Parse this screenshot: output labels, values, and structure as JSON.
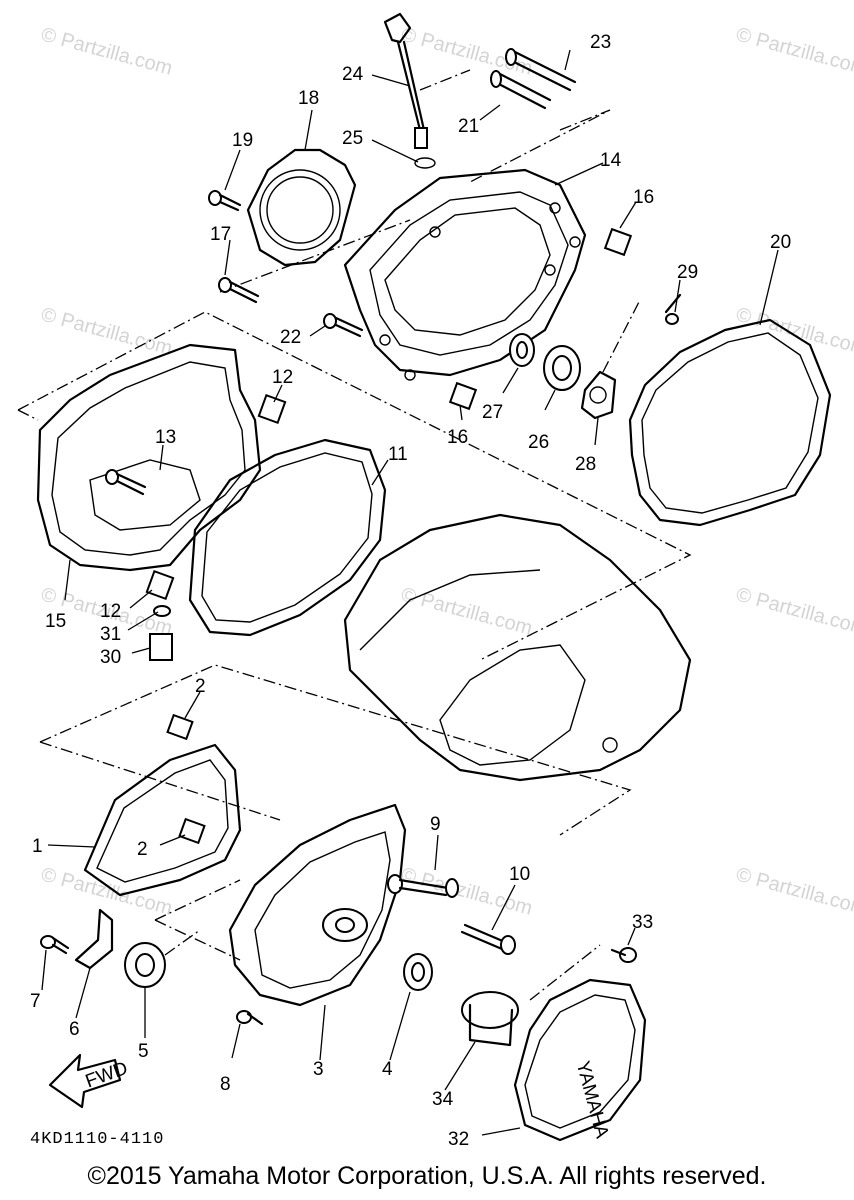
{
  "diagram": {
    "callouts": [
      {
        "id": "1",
        "text": "1"
      },
      {
        "id": "2a",
        "text": "2"
      },
      {
        "id": "2b",
        "text": "2"
      },
      {
        "id": "3",
        "text": "3"
      },
      {
        "id": "4",
        "text": "4"
      },
      {
        "id": "5",
        "text": "5"
      },
      {
        "id": "6",
        "text": "6"
      },
      {
        "id": "7",
        "text": "7"
      },
      {
        "id": "8",
        "text": "8"
      },
      {
        "id": "9",
        "text": "9"
      },
      {
        "id": "10",
        "text": "10"
      },
      {
        "id": "11",
        "text": "11"
      },
      {
        "id": "12a",
        "text": "12"
      },
      {
        "id": "12b",
        "text": "12"
      },
      {
        "id": "13",
        "text": "13"
      },
      {
        "id": "14",
        "text": "14"
      },
      {
        "id": "15",
        "text": "15"
      },
      {
        "id": "16a",
        "text": "16"
      },
      {
        "id": "16b",
        "text": "16"
      },
      {
        "id": "17",
        "text": "17"
      },
      {
        "id": "18",
        "text": "18"
      },
      {
        "id": "19",
        "text": "19"
      },
      {
        "id": "20",
        "text": "20"
      },
      {
        "id": "21",
        "text": "21"
      },
      {
        "id": "22",
        "text": "22"
      },
      {
        "id": "23",
        "text": "23"
      },
      {
        "id": "24",
        "text": "24"
      },
      {
        "id": "25",
        "text": "25"
      },
      {
        "id": "26",
        "text": "26"
      },
      {
        "id": "27",
        "text": "27"
      },
      {
        "id": "28",
        "text": "28"
      },
      {
        "id": "29",
        "text": "29"
      },
      {
        "id": "30",
        "text": "30"
      },
      {
        "id": "31",
        "text": "31"
      },
      {
        "id": "32",
        "text": "32"
      },
      {
        "id": "33",
        "text": "33"
      },
      {
        "id": "34",
        "text": "34"
      }
    ],
    "fwd_label": "FWD",
    "cover_logo": "YAMAHA",
    "diagram_code": "4KD1110-4110",
    "watermark": "© Partzilla.com"
  },
  "footer": {
    "copyright": "©2015 Yamaha Motor Corporation, U.S.A. All rights reserved."
  }
}
